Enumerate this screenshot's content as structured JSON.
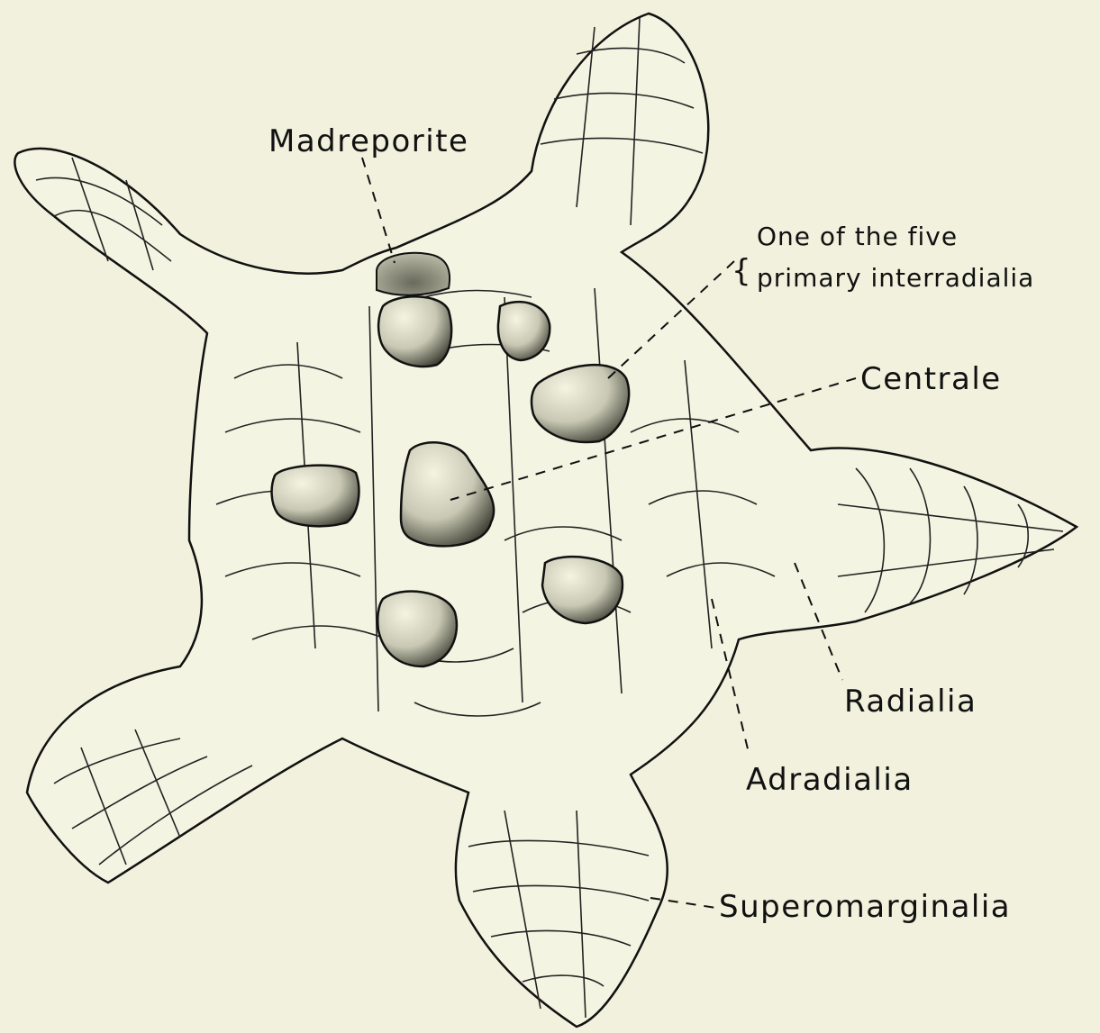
{
  "figure": {
    "background": "#f1f1dd",
    "ink": "#111111",
    "subject": "starfish-aboral-view"
  },
  "labels": {
    "madreporite": "Madreporite",
    "interradialia_line1": "One of the five",
    "interradialia_line2": "primary interradialia",
    "centrale": "Centrale",
    "radialia": "Radialia",
    "adradialia": "Adradialia",
    "superomarginalia": "Superomarginalia"
  }
}
